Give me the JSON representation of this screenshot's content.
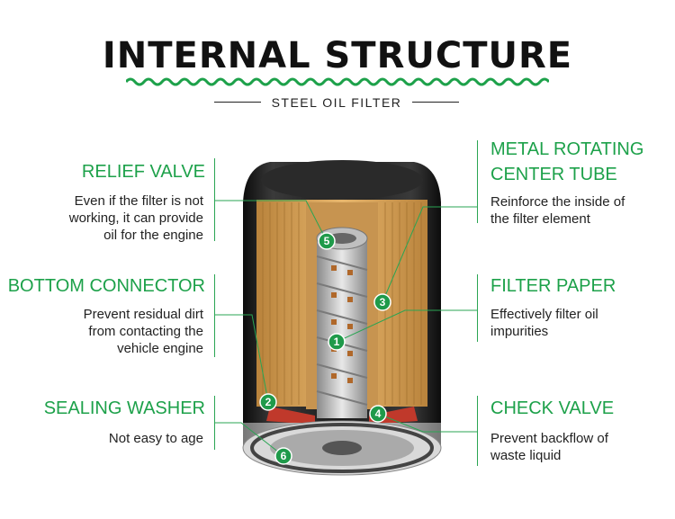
{
  "title": "INTERNAL STRUCTURE",
  "subtitle": "STEEL OIL FILTER",
  "colors": {
    "accent": "#1da14a",
    "marker": "#1f9a4a",
    "paper": "#d9a35c",
    "housing": "#1c1c1c"
  },
  "left": [
    {
      "heading": "RELIEF VALVE",
      "desc": "Even if the filter is not\nworking, it can provide\noil for the engine"
    },
    {
      "heading": "BOTTOM CONNECTOR",
      "desc": "Prevent residual dirt\nfrom contacting the\nvehicle engine"
    },
    {
      "heading": "SEALING WASHER",
      "desc": "Not easy to age"
    }
  ],
  "right": [
    {
      "heading": "METAL ROTATING\nCENTER TUBE",
      "desc": "Reinforce the inside of\nthe filter element"
    },
    {
      "heading": "FILTER PAPER",
      "desc": "Effectively filter oil\nimpurities"
    },
    {
      "heading": "CHECK VALVE",
      "desc": "Prevent backflow of\nwaste liquid"
    }
  ],
  "markers": [
    "1",
    "2",
    "3",
    "4",
    "5",
    "6"
  ]
}
